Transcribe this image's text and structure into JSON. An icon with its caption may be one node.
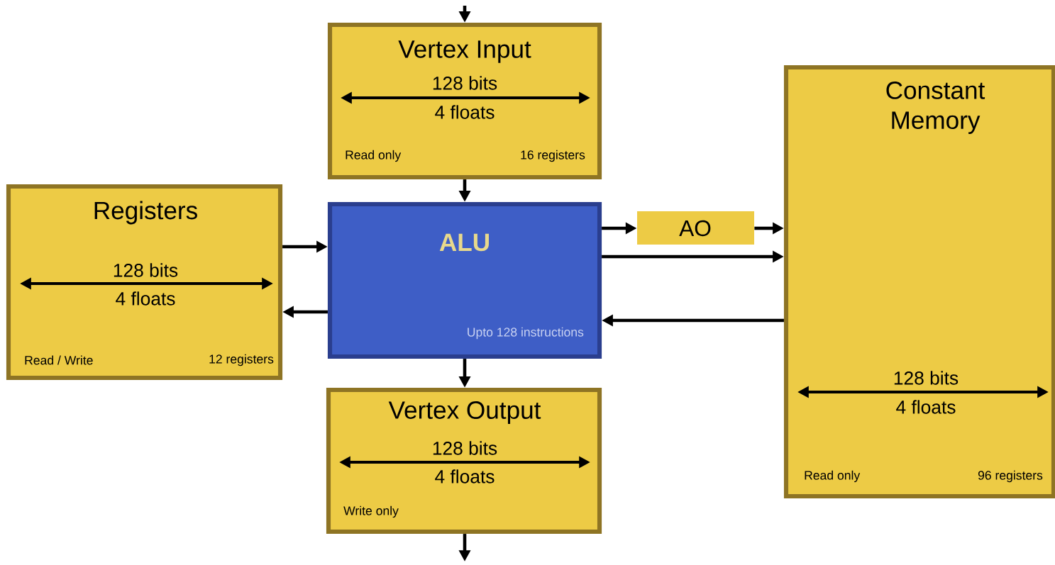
{
  "diagram": {
    "nodes": [
      {
        "text": [
          "Vertex Input",
          "128 bits",
          "4 floats",
          "Read only",
          "16 registers"
        ]
      },
      {
        "text": [
          "Registers",
          "128 bits",
          "4 floats",
          "Read / Write",
          "12 registers"
        ]
      },
      {
        "text": [
          "ALU",
          "Upto 128 instructions"
        ]
      },
      {
        "text": [
          "AO"
        ]
      },
      {
        "text": [
          "Constant Memory",
          "128 bits",
          "4 floats",
          "Read only",
          "96 registers"
        ]
      },
      {
        "text": [
          "Vertex Output",
          "128 bits",
          "4 floats",
          "Write only"
        ]
      }
    ],
    "edges": [
      {
        "from": null,
        "to": 0,
        "arrow": "to"
      },
      {
        "from": 0,
        "to": 2,
        "arrow": "to"
      },
      {
        "from": 1,
        "to": 2,
        "arrow": "to"
      },
      {
        "from": 2,
        "to": 1,
        "arrow": "to"
      },
      {
        "from": 2,
        "to": 3,
        "arrow": "to"
      },
      {
        "from": 3,
        "to": 4,
        "arrow": "to"
      },
      {
        "from": 2,
        "to": 4,
        "arrow": "to"
      },
      {
        "from": 4,
        "to": 2,
        "arrow": "to"
      },
      {
        "from": 2,
        "to": 5,
        "arrow": "to"
      },
      {
        "from": 5,
        "to": null,
        "arrow": "to"
      }
    ]
  }
}
